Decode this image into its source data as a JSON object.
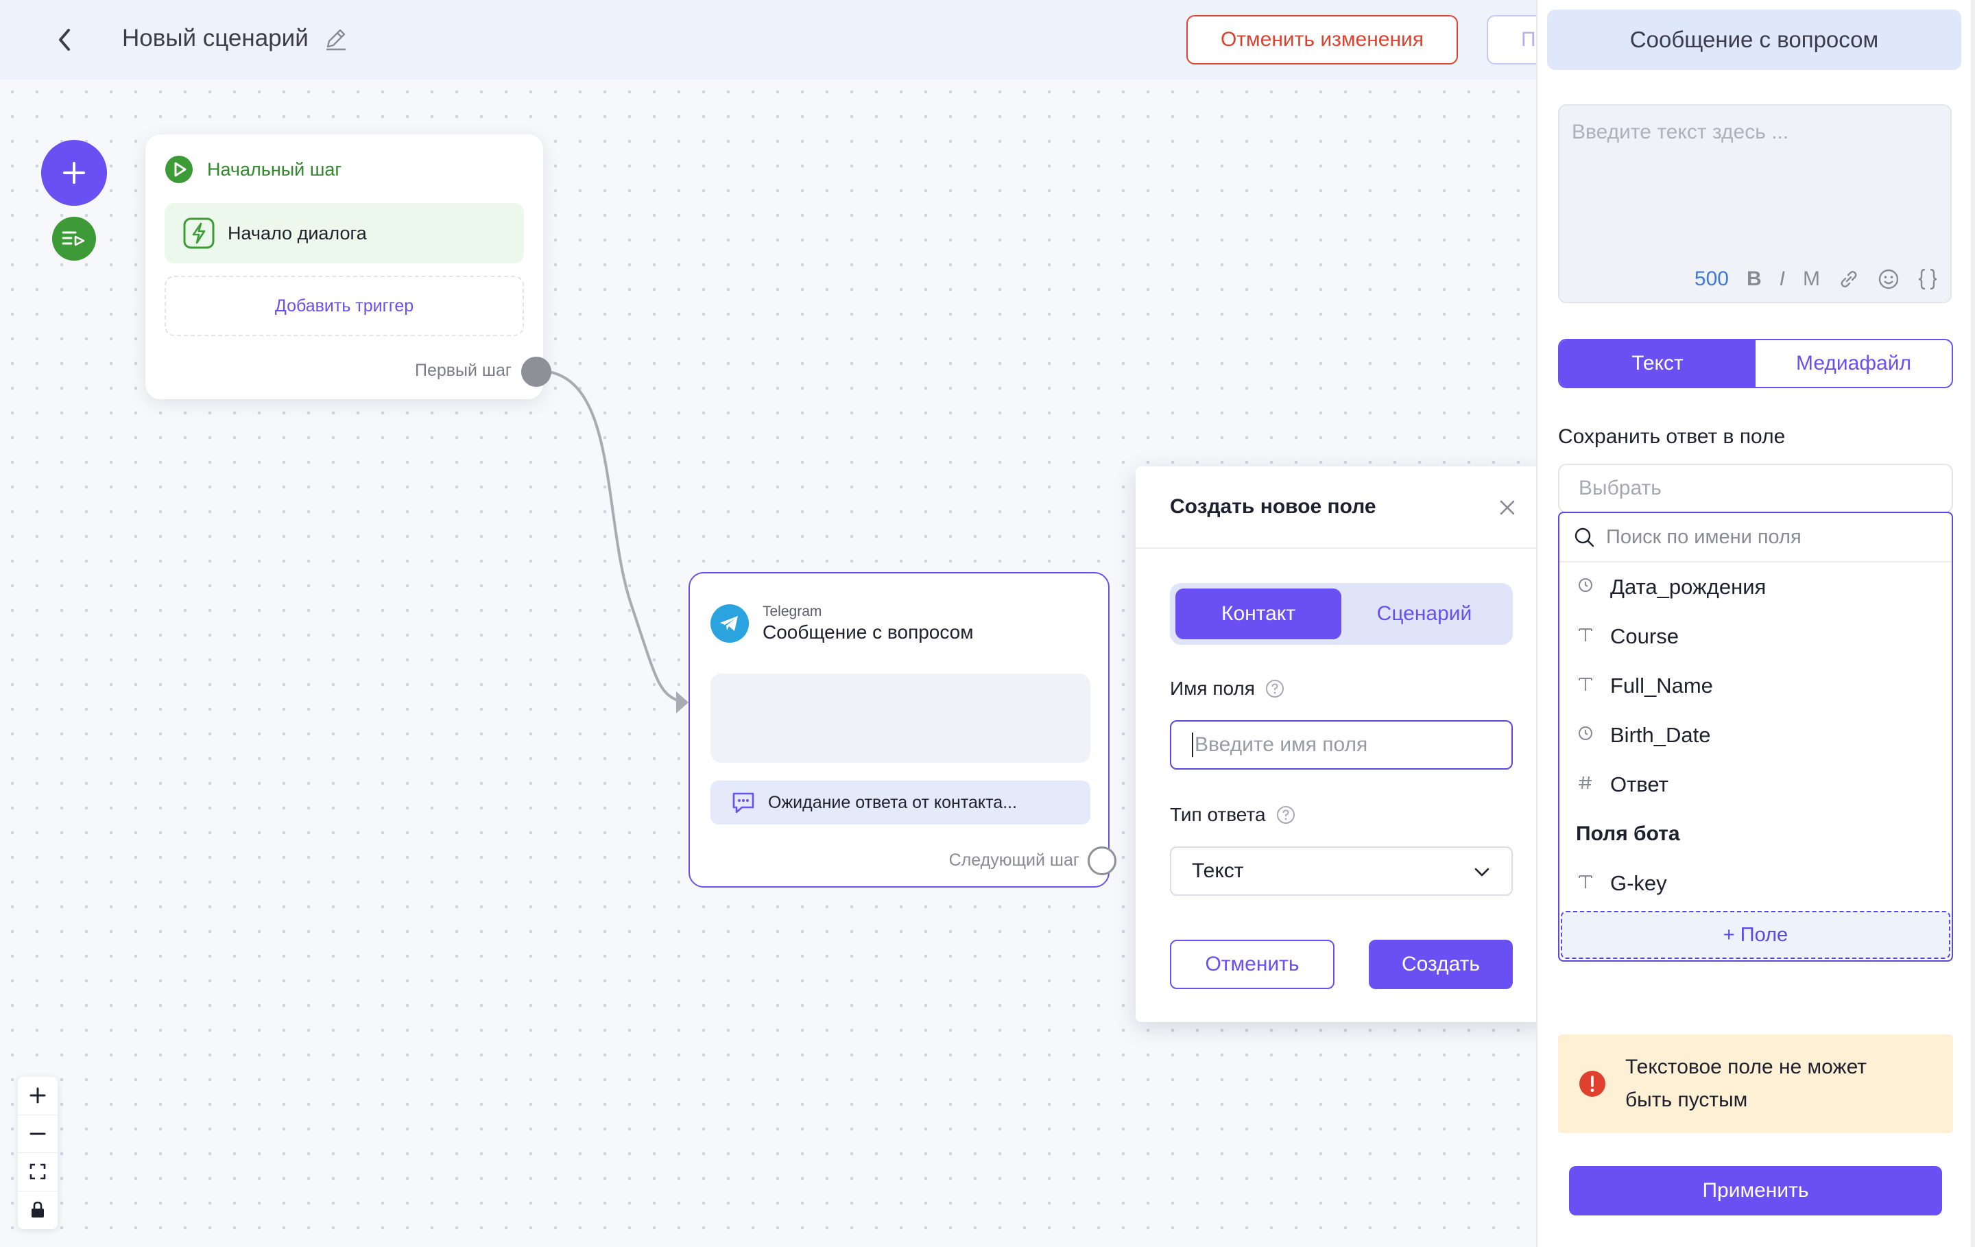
{
  "header": {
    "title": "Новый сценарий",
    "cancel_changes_label": "Отменить изменения",
    "partial_button_label": "П"
  },
  "canvas": {
    "start_node": {
      "title": "Начальный шаг",
      "trigger_label": "Начало диалога",
      "add_trigger_label": "Добавить триггер",
      "output_label": "Первый шаг"
    },
    "message_node": {
      "platform": "Telegram",
      "name": "Сообщение с вопросом",
      "waiting_label": "Ожидание ответа от контакта...",
      "output_label": "Следующий шаг"
    }
  },
  "create_field_popover": {
    "title": "Создать новое поле",
    "tabs": [
      "Контакт",
      "Сценарий"
    ],
    "active_tab": 0,
    "field_name_label": "Имя поля",
    "field_name_placeholder": "Введите имя поля",
    "field_name_value": "",
    "answer_type_label": "Тип ответа",
    "answer_type_value": "Текст",
    "cancel_label": "Отменить",
    "create_label": "Создать"
  },
  "right_panel": {
    "title": "Сообщение с вопросом",
    "text_placeholder": "Введите текст здесь ...",
    "char_count": "500",
    "toolbar": [
      "B",
      "I",
      "M"
    ],
    "tabs": [
      "Текст",
      "Медиафайл"
    ],
    "active_tab": 0,
    "save_answer_label": "Сохранить ответ в поле",
    "select_placeholder": "Выбрать",
    "search_placeholder": "Поиск по имени поля",
    "fields": [
      {
        "icon": "clock-icon",
        "label": "Дата_рождения"
      },
      {
        "icon": "text-type-icon",
        "label": "Course"
      },
      {
        "icon": "text-type-icon",
        "label": "Full_Name"
      },
      {
        "icon": "clock-icon",
        "label": "Birth_Date"
      },
      {
        "icon": "hash-icon",
        "label": "Ответ"
      }
    ],
    "bot_fields_group": "Поля бота",
    "bot_fields": [
      {
        "icon": "text-type-icon",
        "label": "G-key"
      }
    ],
    "add_field_label": "+ Поле",
    "alert_text": "Текстовое поле не может быть пустым",
    "apply_label": "Применить"
  },
  "colors": {
    "accent": "#6a4ff2",
    "danger": "#e0402e",
    "success": "#3c9a37",
    "telegram": "#2aa3df",
    "alert_bg": "#fdf0d4"
  }
}
